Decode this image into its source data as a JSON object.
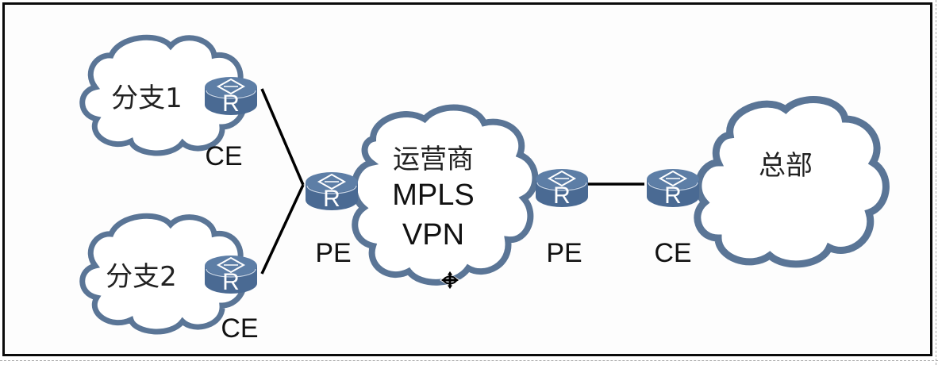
{
  "diagram": {
    "title": "",
    "colors": {
      "cloud_outline": "#5a7596",
      "router_body": "#4a6a93",
      "router_top": "#5d7ea6",
      "router_mark": "#ffffff",
      "link": "#000000",
      "frame": "#0a0a0a"
    },
    "clouds": [
      {
        "id": "branch1",
        "label": "分支1"
      },
      {
        "id": "branch2",
        "label": "分支2"
      },
      {
        "id": "carrier",
        "label_lines": [
          "运营商",
          "MPLS",
          "VPN"
        ]
      },
      {
        "id": "hq",
        "label": "总部"
      }
    ],
    "routers": [
      {
        "id": "ce-branch1",
        "glyph": "R",
        "label": "CE"
      },
      {
        "id": "ce-branch2",
        "glyph": "R",
        "label": "CE"
      },
      {
        "id": "pe-left",
        "glyph": "R",
        "label": "PE"
      },
      {
        "id": "pe-right",
        "glyph": "R",
        "label": "PE"
      },
      {
        "id": "ce-hq",
        "glyph": "R",
        "label": "CE"
      }
    ],
    "links": [
      {
        "from": "ce-branch1",
        "to": "pe-left"
      },
      {
        "from": "ce-branch2",
        "to": "pe-left"
      },
      {
        "from": "pe-right",
        "to": "ce-hq"
      }
    ],
    "cursor": "move-cursor-icon"
  }
}
